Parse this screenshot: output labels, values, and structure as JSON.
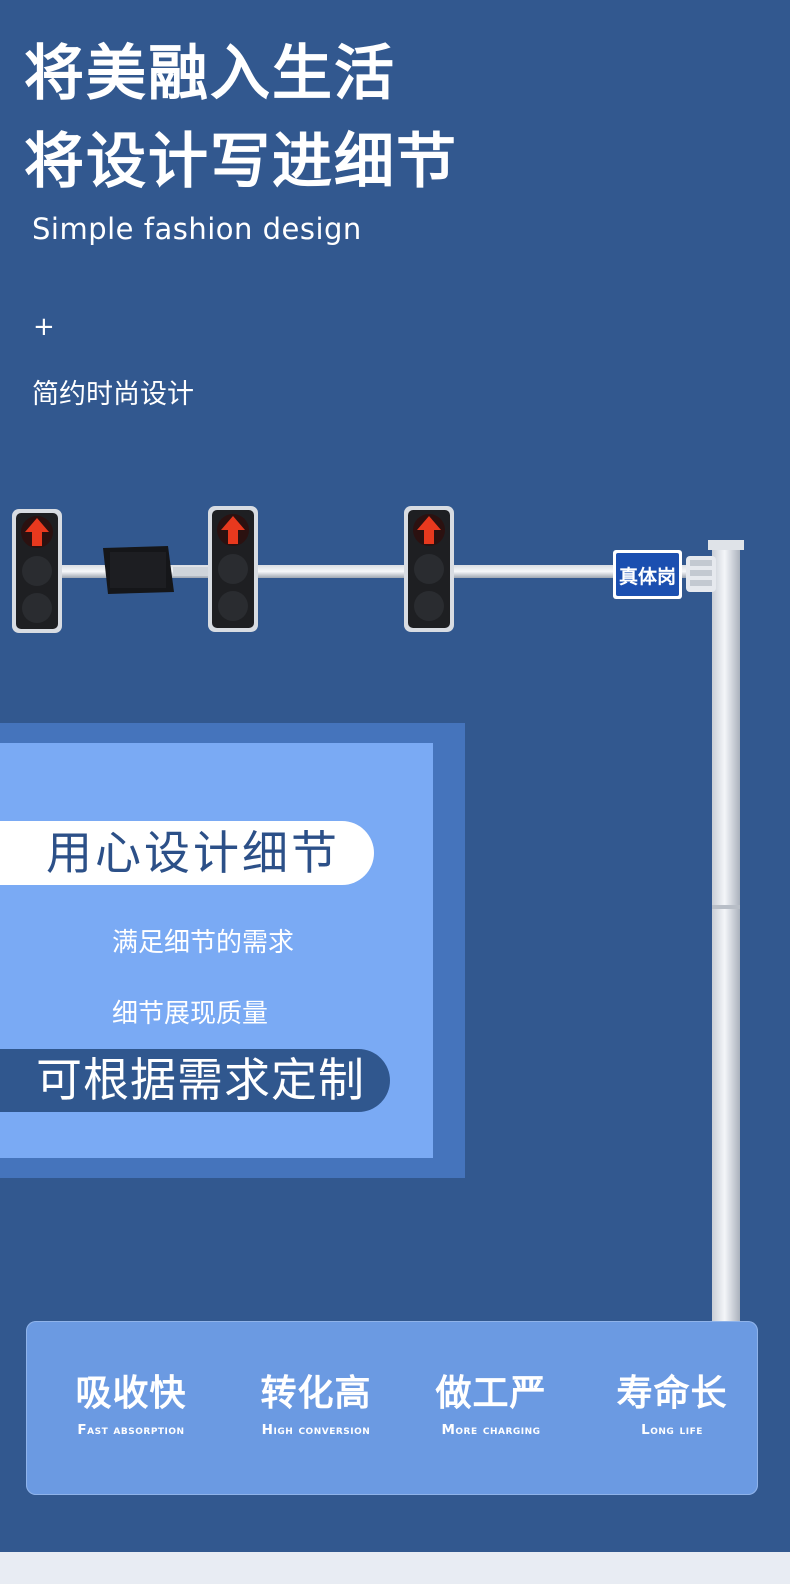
{
  "headline": {
    "line1": "将美融入生活",
    "line2": "将设计写进细节"
  },
  "subtitle": "Simple fashion design",
  "plus": "+",
  "subtitle_cn": "简约时尚设计",
  "sign_text": "真体岗",
  "detail_panel": {
    "title": "用心设计细节",
    "feature_1": "满足细节的需求",
    "feature_2": "细节展现质量",
    "custom": "可根据需求定制"
  },
  "features": [
    {
      "zh": "吸收快",
      "en": "Fast absorption"
    },
    {
      "zh": "转化高",
      "en": "High conversion"
    },
    {
      "zh": "做工严",
      "en": "More charging"
    },
    {
      "zh": "寿命长",
      "en": "Long life"
    }
  ],
  "colors": {
    "background": "#32588f",
    "panel_outer": "#4574bc",
    "panel_inner": "#7aaaf4",
    "card": "#6b9ae2",
    "signal_red": "#e8391e",
    "sign_blue": "#1b4fb0"
  }
}
